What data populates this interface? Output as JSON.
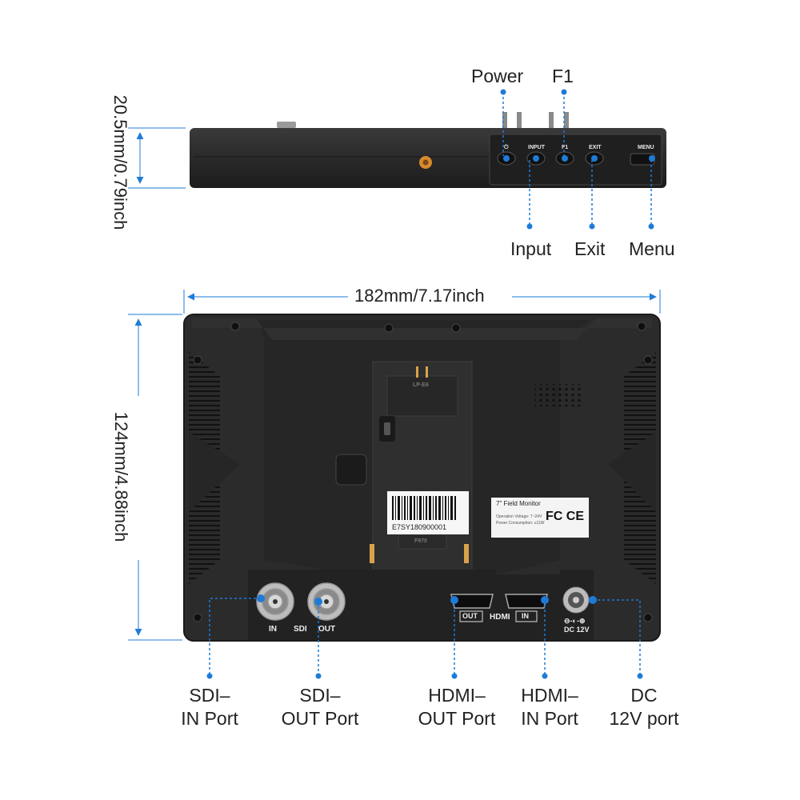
{
  "top_view": {
    "height_dimension": "20.5mm/0.79inch",
    "buttons": {
      "power_symbol": "⏻",
      "input": "INPUT",
      "f1": "F1",
      "exit": "EXIT",
      "menu": "MENU"
    },
    "callouts": {
      "power": "Power",
      "f1": "F1",
      "input": "Input",
      "exit": "Exit",
      "menu": "Menu"
    }
  },
  "back_view": {
    "width_dimension": "182mm/7.17inch",
    "height_dimension": "124mm/4.88inch",
    "battery_plate_label": "LP-E6",
    "battery_plate_bottom": "F970",
    "barcode_serial": "E7SY180900001",
    "spec_label": {
      "title": "7\" Field Monitor",
      "line1": "Operation Voltage: 7~24V",
      "line2": "Power Consumption: ≤11W",
      "cert": "FC CE"
    },
    "port_labels": {
      "in": "IN",
      "sdi": "SDI",
      "out": "OUT",
      "hdmi_out": "OUT",
      "hdmi": "HDMI",
      "hdmi_in": "IN",
      "dc_symbol": "⊖-◐-⊕",
      "dc": "DC 12V"
    },
    "callouts": {
      "sdi_in_1": "SDI–",
      "sdi_in_2": "IN Port",
      "sdi_out_1": "SDI–",
      "sdi_out_2": "OUT Port",
      "hdmi_out_1": "HDMI–",
      "hdmi_out_2": "OUT Port",
      "hdmi_in_1": "HDMI–",
      "hdmi_in_2": "IN Port",
      "dc_1": "DC",
      "dc_2": "12V port"
    }
  },
  "colors": {
    "accent_blue": "#1e7bd8",
    "body_dark": "#262626",
    "body_mid": "#333333"
  }
}
